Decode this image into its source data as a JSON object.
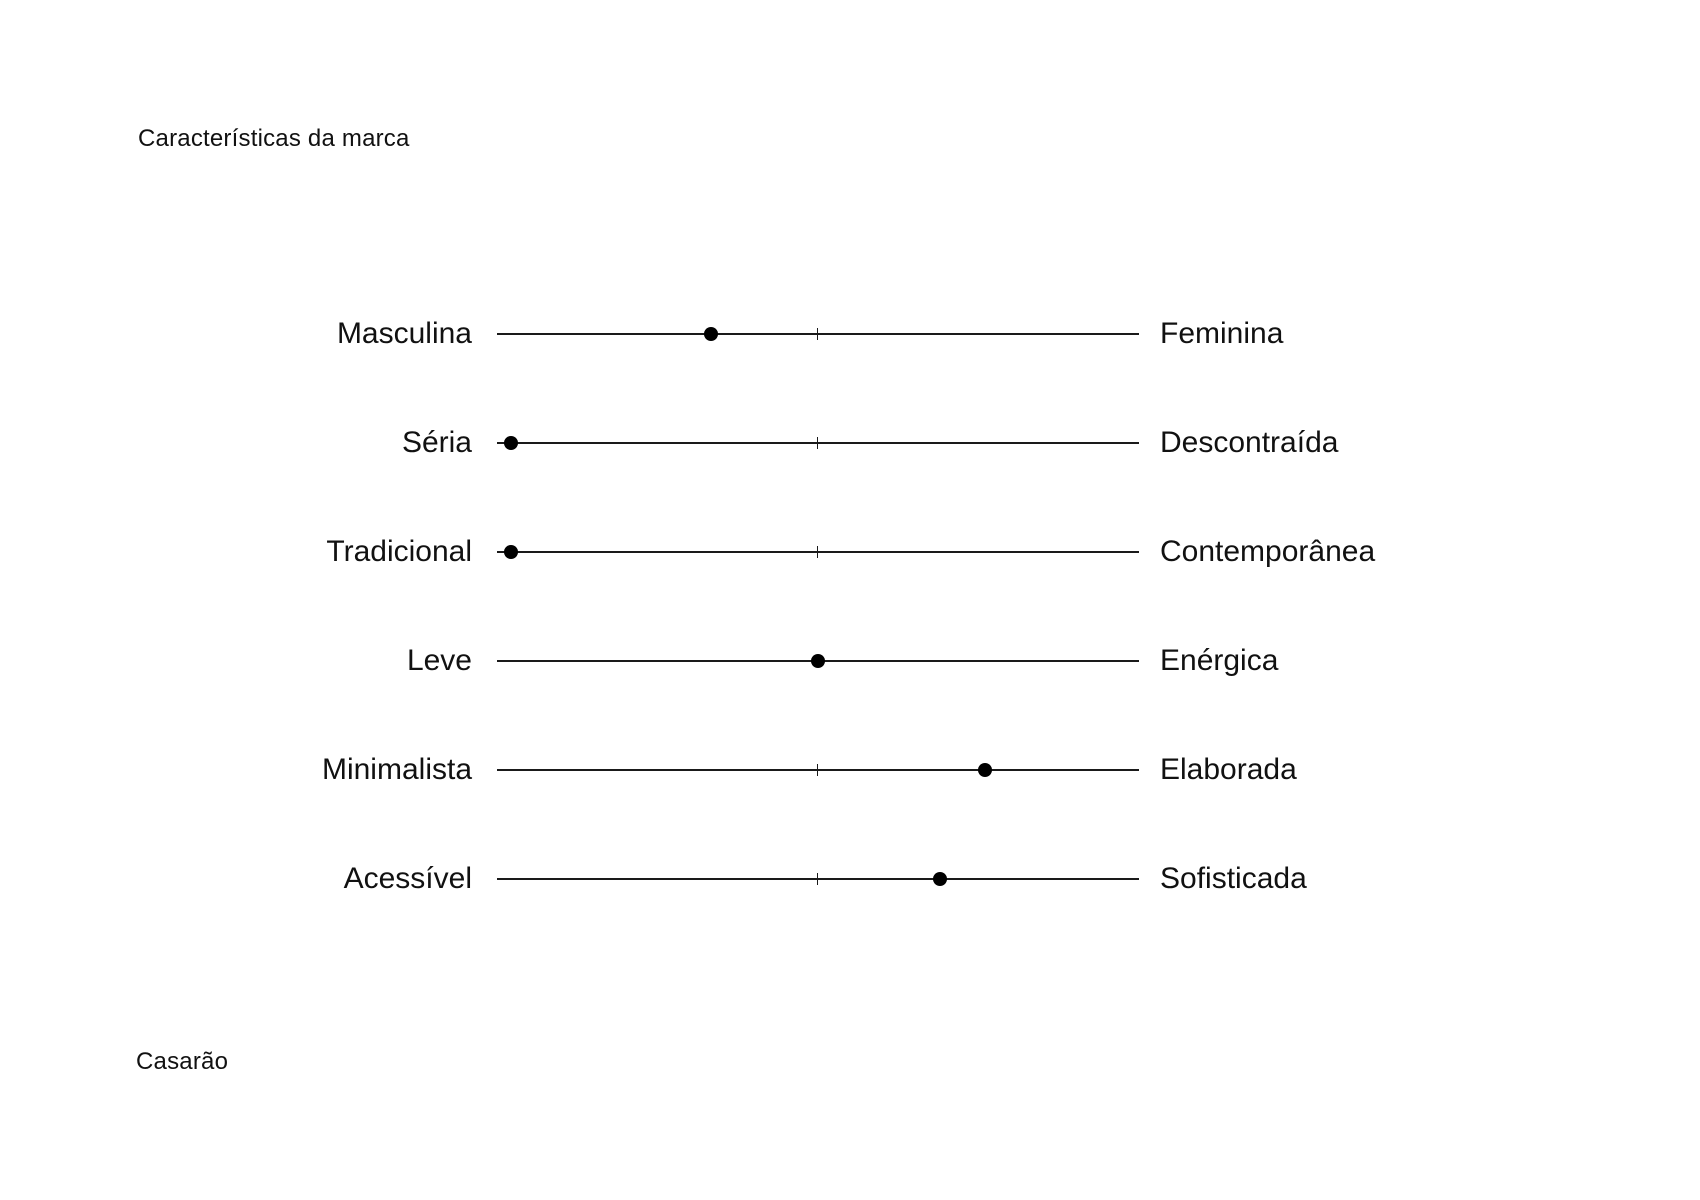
{
  "header": {
    "title": "Características da marca"
  },
  "footer": {
    "brand_name": "Casarão"
  },
  "scales": [
    {
      "left": "Masculina",
      "right": "Feminina",
      "value": 0.334
    },
    {
      "left": "Séria",
      "right": "Descontraída",
      "value": 0.022
    },
    {
      "left": "Tradicional",
      "right": "Contemporânea",
      "value": 0.022
    },
    {
      "left": "Leve",
      "right": "Enérgica",
      "value": 0.5
    },
    {
      "left": "Minimalista",
      "right": "Elaborada",
      "value": 0.76
    },
    {
      "left": "Acessível",
      "right": "Sofisticada",
      "value": 0.69
    }
  ],
  "colors": {
    "text": "#111111",
    "line": "#1a1a1a",
    "marker": "#000000",
    "background": "#ffffff"
  }
}
